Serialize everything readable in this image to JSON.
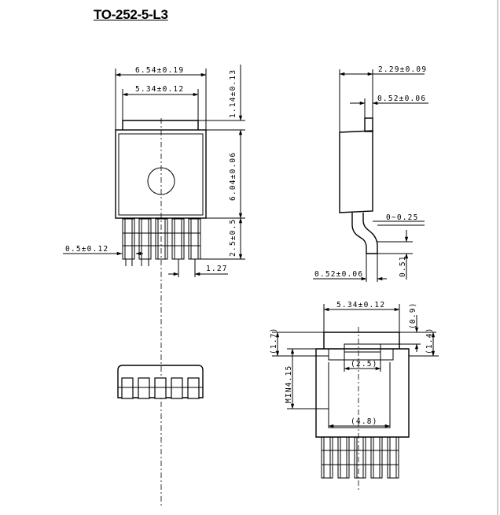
{
  "title": "TO-252-5-L3",
  "dimensions": {
    "top_body_width": "6.54±0.19",
    "top_tab_width": "5.34±0.12",
    "top_tab_height": "1.14±0.13",
    "body_height": "6.04±0.06",
    "lead_length": "2.5±0.5",
    "lead_width": "0.5±0.12",
    "lead_pitch": "1.27",
    "side_thickness": "2.29±0.09",
    "side_tab": "0.52±0.06",
    "standoff": "0~0.25",
    "lead_thickness": "0.52±0.06",
    "lead_offset": "0.51",
    "bottom_tab_width": "5.34±0.12",
    "bottom_09": "(0.9)",
    "bottom_14": "(1.4)",
    "bottom_17": "(1.7)",
    "bottom_min": "MIN4.15",
    "bottom_25": "(2.5)",
    "bottom_48": "(4.8)"
  }
}
